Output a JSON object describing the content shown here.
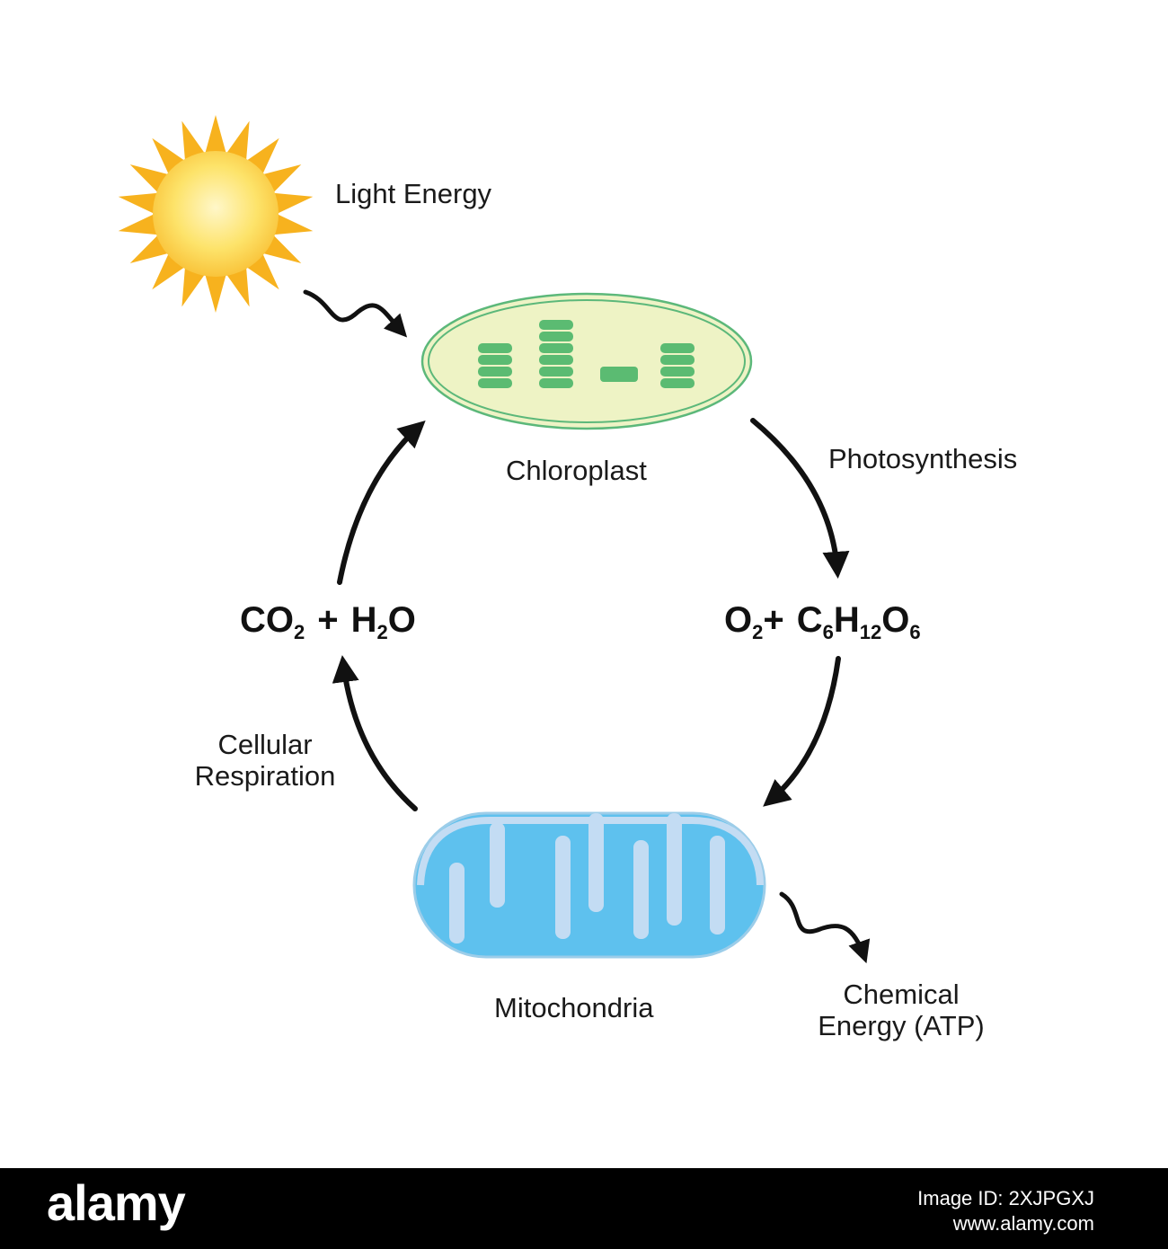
{
  "labels": {
    "light_energy": "Light Energy",
    "chloroplast": "Chloroplast",
    "photosynthesis": "Photosynthesis",
    "cellular_respiration_line1": "Cellular",
    "cellular_respiration_line2": "Respiration",
    "mitochondria": "Mitochondria",
    "chemical_energy_line1": "Chemical",
    "chemical_energy_line2": "Energy (ATP)"
  },
  "formulas": {
    "reactants": {
      "co": "CO",
      "co_sub": "2",
      "plus": "+",
      "h": "H",
      "h_sub": "2",
      "o": "O"
    },
    "products": {
      "o": "O",
      "o_sub": "2",
      "plus": "+",
      "c": "C",
      "c_sub": "6",
      "h": "H",
      "h_sub": "12",
      "o2": "O",
      "o2_sub": "6"
    }
  },
  "footer": {
    "brand": "alamy",
    "image_id_line": "Image ID: 2XJPGXJ",
    "url": "www.alamy.com"
  },
  "colors": {
    "sun_core": "#fde36a",
    "sun_rays": "#f7b21e",
    "chloroplast_fill": "#eef3c5",
    "chloroplast_border": "#5cb87a",
    "thylakoid": "#5bbb72",
    "mito_fill": "#5ec1ee",
    "mito_inner": "#c3dcf3",
    "arrow": "#111111",
    "footer_bg": "#000000"
  }
}
